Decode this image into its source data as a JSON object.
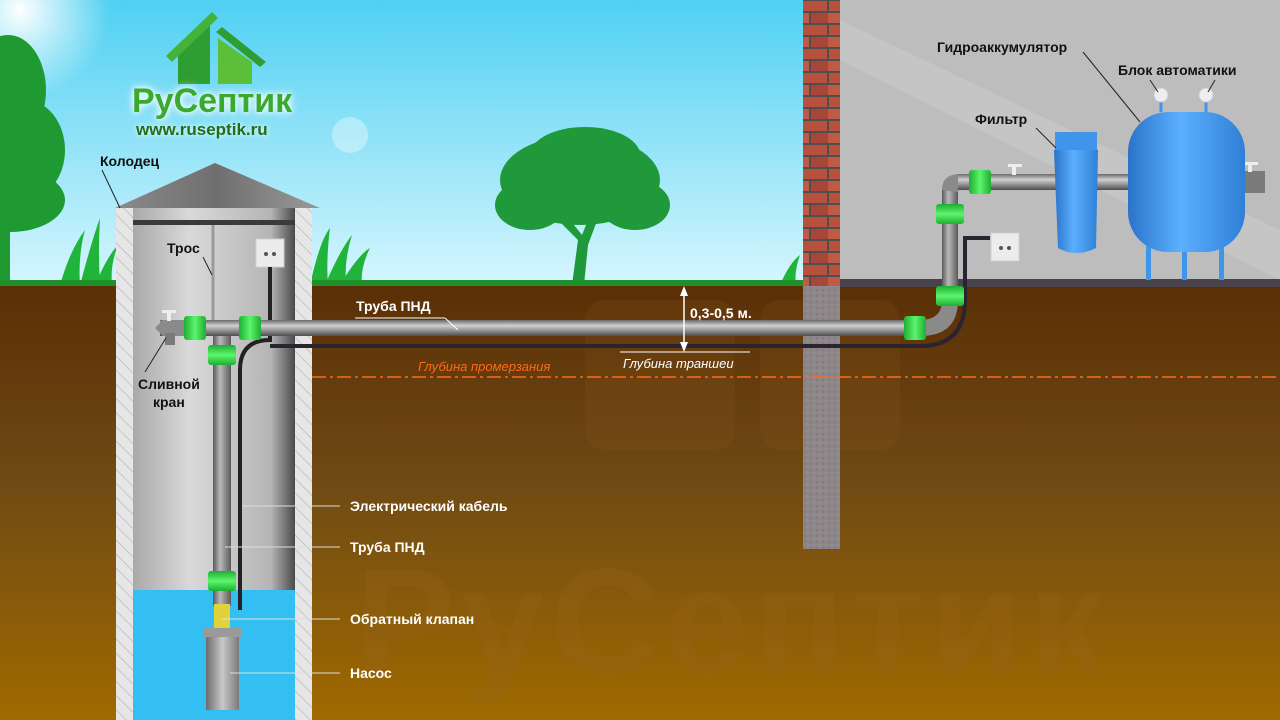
{
  "logo": {
    "brand_name": "РуСептик",
    "website": "www.ruseptik.ru"
  },
  "watermark_text": "РуСептик",
  "labels": {
    "well": "Колодец",
    "cable_rope": "Трос",
    "drain_valve_line1": "Сливной",
    "drain_valve_line2": "кран",
    "hdpe_pipe_horizontal": "Труба ПНД",
    "trench_depth_range": "0,3-0,5 м.",
    "freezing_depth": "Глубина промерзания",
    "trench_depth": "Глубина траншеи",
    "electric_cable": "Электрический кабель",
    "hdpe_pipe_vertical": "Труба ПНД",
    "check_valve": "Обратный клапан",
    "pump": "Насос",
    "hydro_accumulator": "Гидроаккумулятор",
    "automation_unit": "Блок автоматики",
    "filter": "Фильтр"
  },
  "colors": {
    "sky_top": "#4fd0f2",
    "sky_bottom": "#c9f1fd",
    "grass": "#1f8f2a",
    "soil_top": "#5a2f06",
    "soil_bottom": "#a06a00",
    "pipe_gray": "#8c8c8c",
    "fitting_green": "#3ddc4f",
    "water_blue": "#33bff2",
    "tank_blue": "#3f95ea",
    "freezing_line": "#ff6a1a",
    "house_wall": "#bdbdbd",
    "brick": "#b44a3a"
  }
}
